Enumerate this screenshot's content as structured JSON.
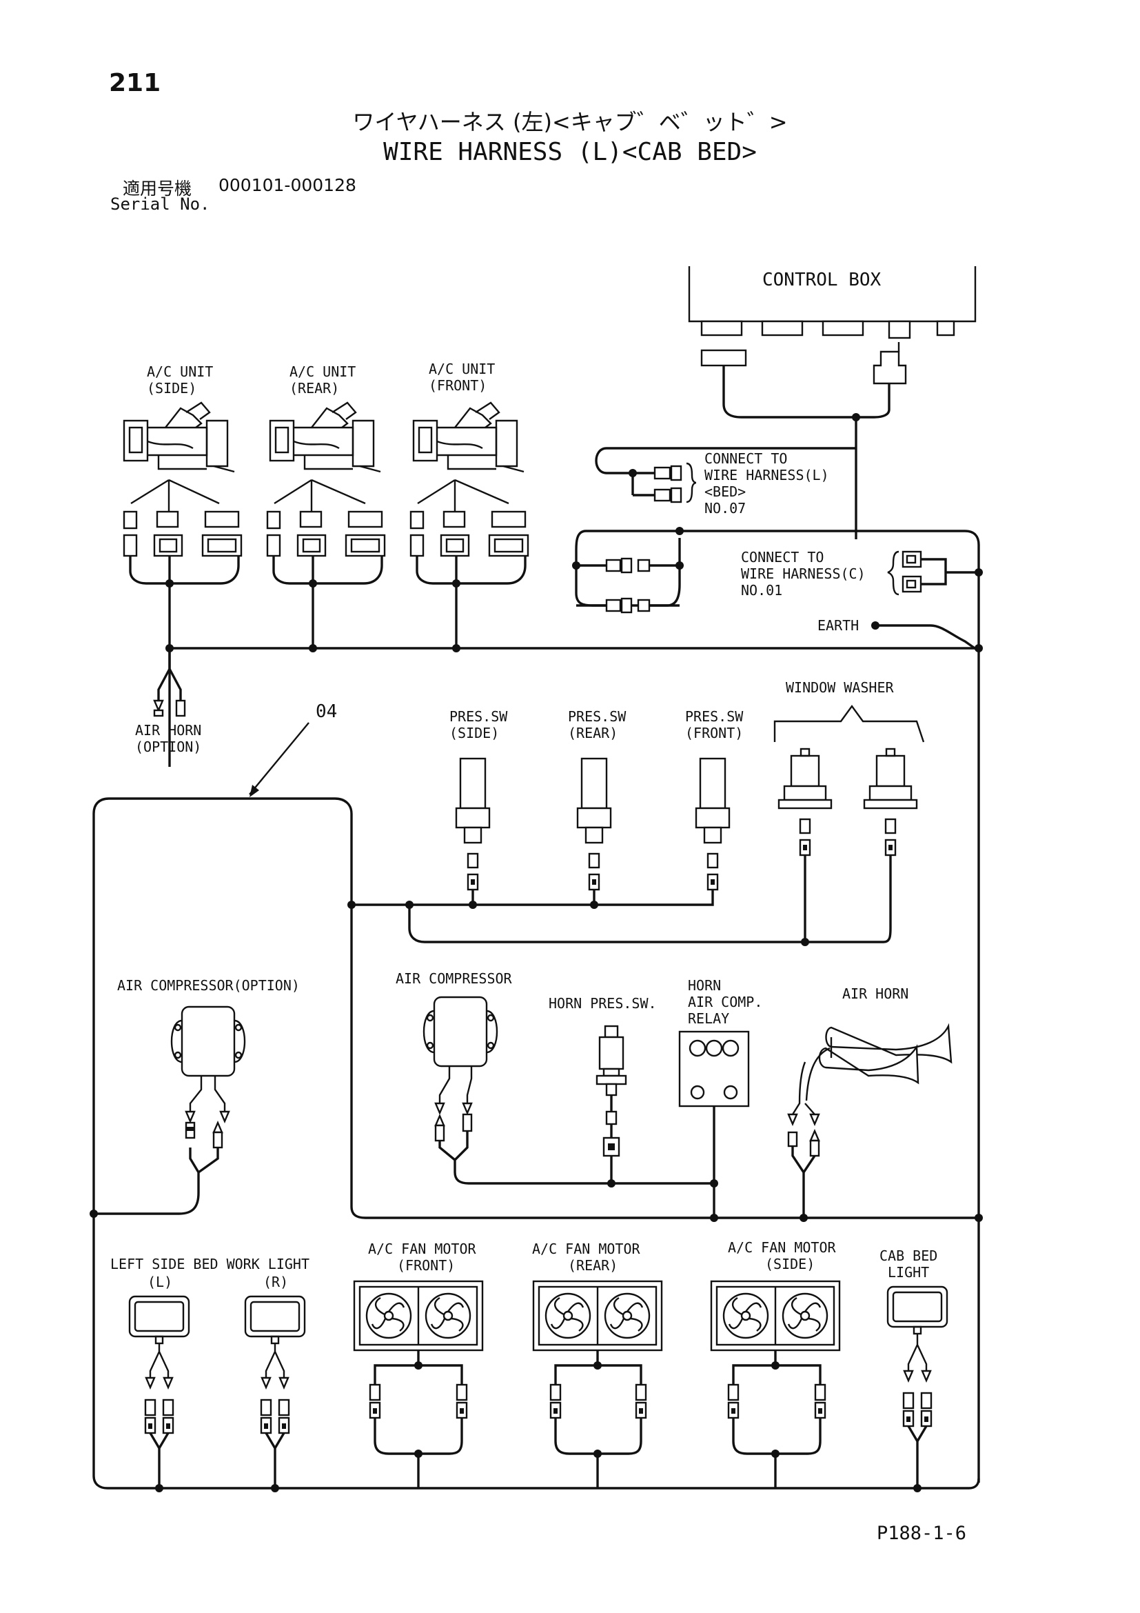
{
  "page": {
    "number": "211",
    "title_jp": "ワイヤハーネス (左)<キャブ゛ベ゛ット゛>",
    "title_en": "WIRE HARNESS (L)<CAB BED>",
    "serial_label_jp": "適用号機",
    "serial_value": "000101-000128",
    "serial_label_en": "Serial No.",
    "footer_code": "P188-1-6"
  },
  "labels": {
    "control_box": "CONTROL BOX",
    "ac_unit_side": [
      "A/C UNIT",
      "(SIDE)"
    ],
    "ac_unit_rear": [
      "A/C UNIT",
      "(REAR)"
    ],
    "ac_unit_front": [
      "A/C UNIT",
      "(FRONT)"
    ],
    "connect_bed": [
      "CONNECT TO",
      "WIRE HARNESS(L)",
      "<BED>",
      "NO.07"
    ],
    "connect_c": [
      "CONNECT TO",
      "WIRE HARNESS(C)",
      "NO.01"
    ],
    "earth": "EARTH",
    "air_horn_option": [
      "AIR HORN",
      "(OPTION)"
    ],
    "callout_04": "04",
    "pres_sw_side": [
      "PRES.SW",
      "(SIDE)"
    ],
    "pres_sw_rear": [
      "PRES.SW",
      "(REAR)"
    ],
    "pres_sw_front": [
      "PRES.SW",
      "(FRONT)"
    ],
    "window_washer": "WINDOW WASHER",
    "air_compressor_option": "AIR COMPRESSOR(OPTION)",
    "air_compressor": "AIR COMPRESSOR",
    "horn_pres_sw": "HORN PRES.SW.",
    "horn_relay": [
      "HORN",
      "AIR COMP.",
      "RELAY"
    ],
    "air_horn": "AIR HORN",
    "left_side_bed_work_light": "LEFT SIDE BED WORK LIGHT",
    "light_l": "(L)",
    "light_r": "(R)",
    "ac_fan_front": [
      "A/C FAN MOTOR",
      "(FRONT)"
    ],
    "ac_fan_rear": [
      "A/C FAN MOTOR",
      "(REAR)"
    ],
    "ac_fan_side": [
      "A/C FAN MOTOR",
      "(SIDE)"
    ],
    "cab_bed_light": [
      "CAB BED",
      "LIGHT"
    ]
  }
}
